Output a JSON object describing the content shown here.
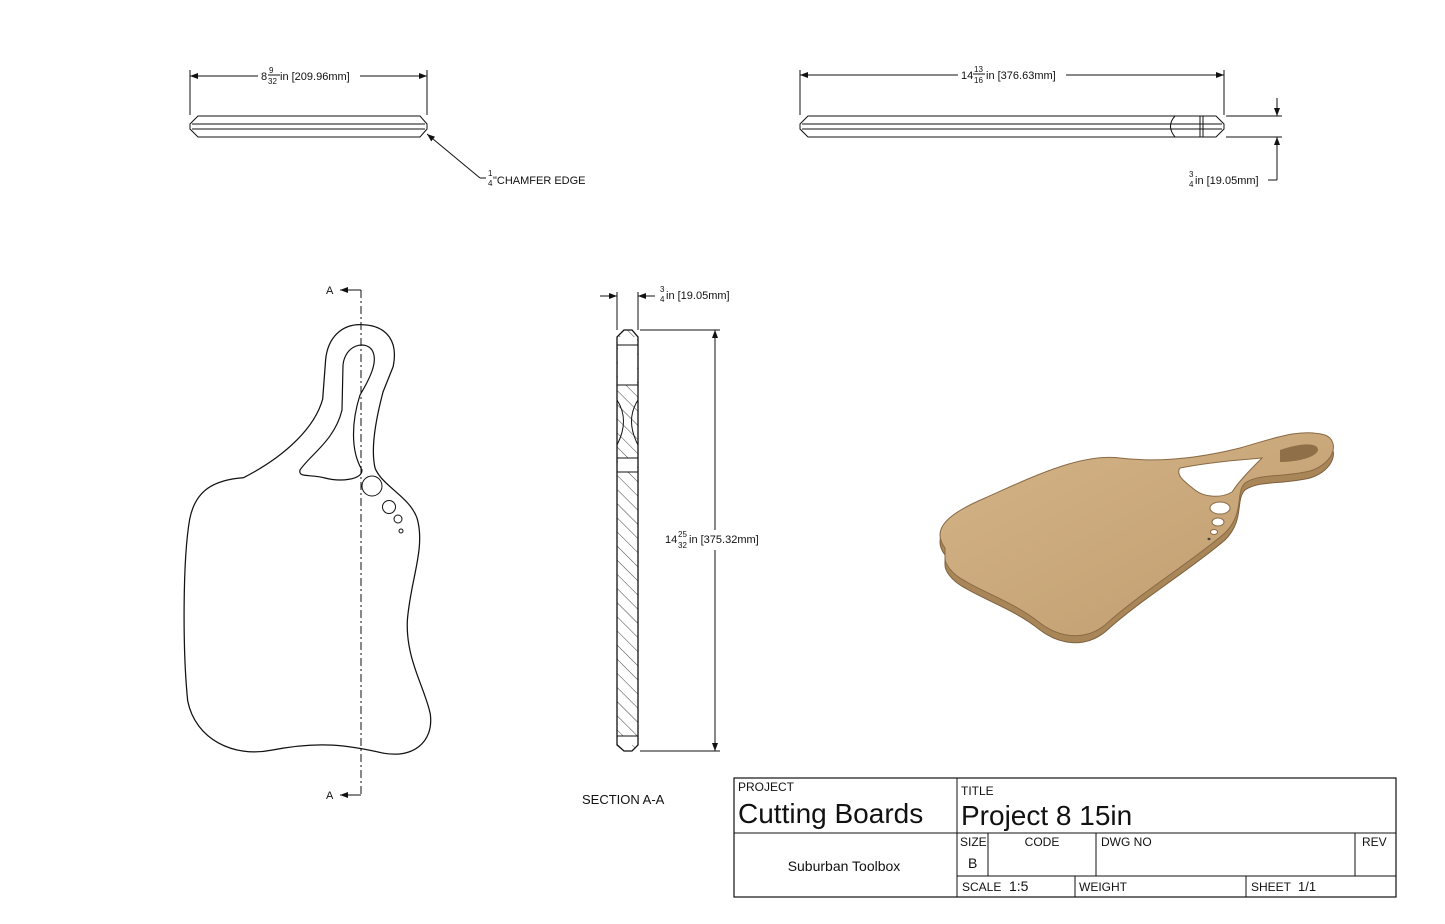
{
  "views": {
    "top_left": {
      "dimension": {
        "whole": "8",
        "num": "9",
        "den": "32",
        "rest": "in [209.96mm]"
      },
      "note": {
        "num": "1",
        "den": "4",
        "rest": "\"CHAMFER EDGE"
      }
    },
    "top_right": {
      "length": {
        "whole": "14",
        "num": "13",
        "den": "16",
        "rest": "in [376.63mm]"
      },
      "thickness": {
        "num": "3",
        "den": "4",
        "rest": "in [19.05mm]"
      }
    },
    "front": {
      "section_marker_top": "A",
      "section_marker_bottom": "A"
    },
    "section": {
      "thickness": {
        "num": "3",
        "den": "4",
        "rest": "in [19.05mm]"
      },
      "height": {
        "whole": "14",
        "num": "25",
        "den": "32",
        "rest": "in [375.32mm]"
      },
      "label": "SECTION A-A"
    },
    "isometric": {
      "wood_color": "#c9a77c",
      "edge_color": "#a88658"
    }
  },
  "title_block": {
    "project_label": "PROJECT",
    "project": "Cutting Boards",
    "title_label": "TITLE",
    "title": "Project 8 15in",
    "company": "Suburban Toolbox",
    "size_label": "SIZE",
    "size": "B",
    "code_label": "CODE",
    "dwg_no_label": "DWG NO",
    "rev_label": "REV",
    "scale_label": "SCALE",
    "scale": "1:5",
    "weight_label": "WEIGHT",
    "sheet_label": "SHEET",
    "sheet": "1/1"
  }
}
